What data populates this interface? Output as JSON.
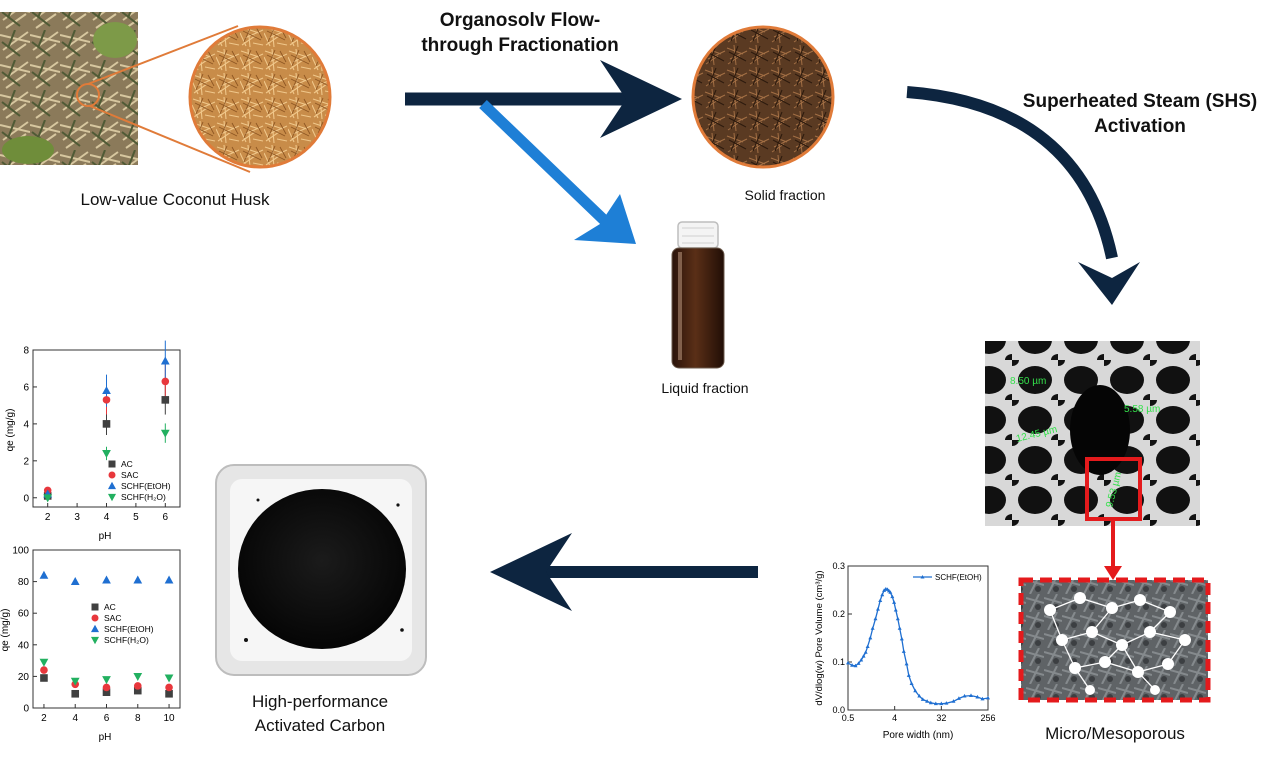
{
  "steps": {
    "fractionation": [
      "Organosolv Flow-",
      "through Fractionation"
    ],
    "activation": [
      "Superheated Steam (SHS)",
      "Activation"
    ]
  },
  "labels": {
    "husk": "Low-value Coconut Husk",
    "solid": "Solid fraction",
    "liquid": "Liquid fraction",
    "product": [
      "High-performance",
      "Activated Carbon"
    ],
    "porous": "Micro/Mesoporous"
  },
  "sem_annotations": [
    "8.50 µm",
    "5.58 µm",
    "12.45 µm",
    "9.53 µm"
  ],
  "colors": {
    "navy_arrow": "#0d2540",
    "blue_arrow": "#1e7fd6",
    "orange_outline": "#e07b39",
    "red_highlight": "#e41a1c"
  },
  "chart_data": [
    {
      "type": "scatter",
      "xlabel": "pH",
      "ylabel": "qe (mg/g)",
      "xlim": [
        1.5,
        6.5
      ],
      "ylim": [
        -0.5,
        8
      ],
      "xticks": [
        2,
        3,
        4,
        5,
        6
      ],
      "yticks": [
        0,
        2,
        4,
        6,
        8
      ],
      "legend": "center-right",
      "series": [
        {
          "name": "AC",
          "color": "#404040",
          "marker": "square",
          "x": [
            2,
            4,
            6
          ],
          "y": [
            0.1,
            4.0,
            5.3
          ]
        },
        {
          "name": "SAC",
          "color": "#e8373c",
          "marker": "circle",
          "x": [
            2,
            4,
            6
          ],
          "y": [
            0.4,
            5.3,
            6.3
          ]
        },
        {
          "name": "SCHF(EtOH)",
          "color": "#1f6fd1",
          "marker": "triangle-up",
          "x": [
            2,
            4,
            6
          ],
          "y": [
            0.2,
            5.8,
            7.4
          ]
        },
        {
          "name": "SCHF(H₂O)",
          "color": "#22b060",
          "marker": "triangle-down",
          "x": [
            2,
            4,
            6
          ],
          "y": [
            0.0,
            2.4,
            3.5
          ]
        }
      ]
    },
    {
      "type": "scatter",
      "xlabel": "pH",
      "ylabel": "qe (mg/g)",
      "xlim": [
        1.3,
        10.7
      ],
      "ylim": [
        0,
        100
      ],
      "xticks": [
        2,
        4,
        6,
        8,
        10
      ],
      "yticks": [
        0,
        20,
        40,
        60,
        80,
        100
      ],
      "legend": "center",
      "series": [
        {
          "name": "AC",
          "color": "#404040",
          "marker": "square",
          "x": [
            2,
            4,
            6,
            8,
            10
          ],
          "y": [
            19,
            9,
            10,
            11,
            9
          ]
        },
        {
          "name": "SAC",
          "color": "#e8373c",
          "marker": "circle",
          "x": [
            2,
            4,
            6,
            8,
            10
          ],
          "y": [
            24,
            15,
            13,
            14,
            13
          ]
        },
        {
          "name": "SCHF(EtOH)",
          "color": "#1f6fd1",
          "marker": "triangle-up",
          "x": [
            2,
            4,
            6,
            8,
            10
          ],
          "y": [
            84,
            80,
            81,
            81,
            81
          ]
        },
        {
          "name": "SCHF(H₂O)",
          "color": "#22b060",
          "marker": "triangle-down",
          "x": [
            2,
            4,
            6,
            8,
            10
          ],
          "y": [
            29,
            17,
            18,
            20,
            19
          ]
        }
      ]
    },
    {
      "type": "line",
      "xlabel": "Pore width (nm)",
      "ylabel": "dV/dlog(w) Pore Volume (cm³/g)",
      "xscale": "log2",
      "xlim": [
        0.5,
        256
      ],
      "ylim": [
        0,
        0.3
      ],
      "xticks": [
        "0.5",
        "4",
        "32",
        "256"
      ],
      "yticks": [
        0.0,
        0.1,
        0.2,
        0.3
      ],
      "legend": "top-right",
      "series": [
        {
          "name": "SCHF(EtOH)",
          "color": "#1f6fd1",
          "x": [
            0.5,
            0.6,
            0.7,
            0.8,
            0.9,
            1.0,
            1.1,
            1.2,
            1.35,
            1.5,
            1.7,
            1.9,
            2.1,
            2.3,
            2.5,
            2.7,
            2.9,
            3.1,
            3.3,
            3.6,
            3.9,
            4.2,
            4.6,
            5.0,
            5.5,
            6.0,
            6.8,
            7.5,
            8.5,
            10,
            12,
            14,
            17,
            20,
            25,
            32,
            40,
            55,
            70,
            90,
            120,
            160,
            200,
            256
          ],
          "y": [
            0.098,
            0.093,
            0.092,
            0.097,
            0.104,
            0.112,
            0.12,
            0.132,
            0.15,
            0.17,
            0.19,
            0.21,
            0.228,
            0.24,
            0.249,
            0.252,
            0.251,
            0.248,
            0.245,
            0.236,
            0.224,
            0.208,
            0.19,
            0.17,
            0.148,
            0.122,
            0.096,
            0.072,
            0.055,
            0.04,
            0.029,
            0.022,
            0.018,
            0.015,
            0.013,
            0.013,
            0.014,
            0.018,
            0.024,
            0.029,
            0.03,
            0.027,
            0.023,
            0.025
          ]
        }
      ]
    }
  ]
}
